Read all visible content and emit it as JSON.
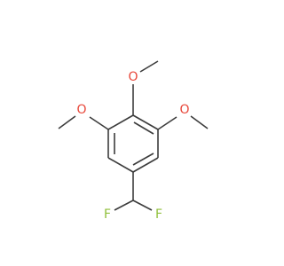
{
  "molecule": {
    "atoms": [
      {
        "id": "O_left",
        "label": "O",
        "color": "#e8473a"
      },
      {
        "id": "O_top",
        "label": "O",
        "color": "#e8473a"
      },
      {
        "id": "O_right",
        "label": "O",
        "color": "#e8473a"
      },
      {
        "id": "F_left",
        "label": "F",
        "color": "#8fbf3a"
      },
      {
        "id": "F_right",
        "label": "F",
        "color": "#8fbf3a"
      }
    ],
    "bond_color": "#3c3c3c"
  }
}
